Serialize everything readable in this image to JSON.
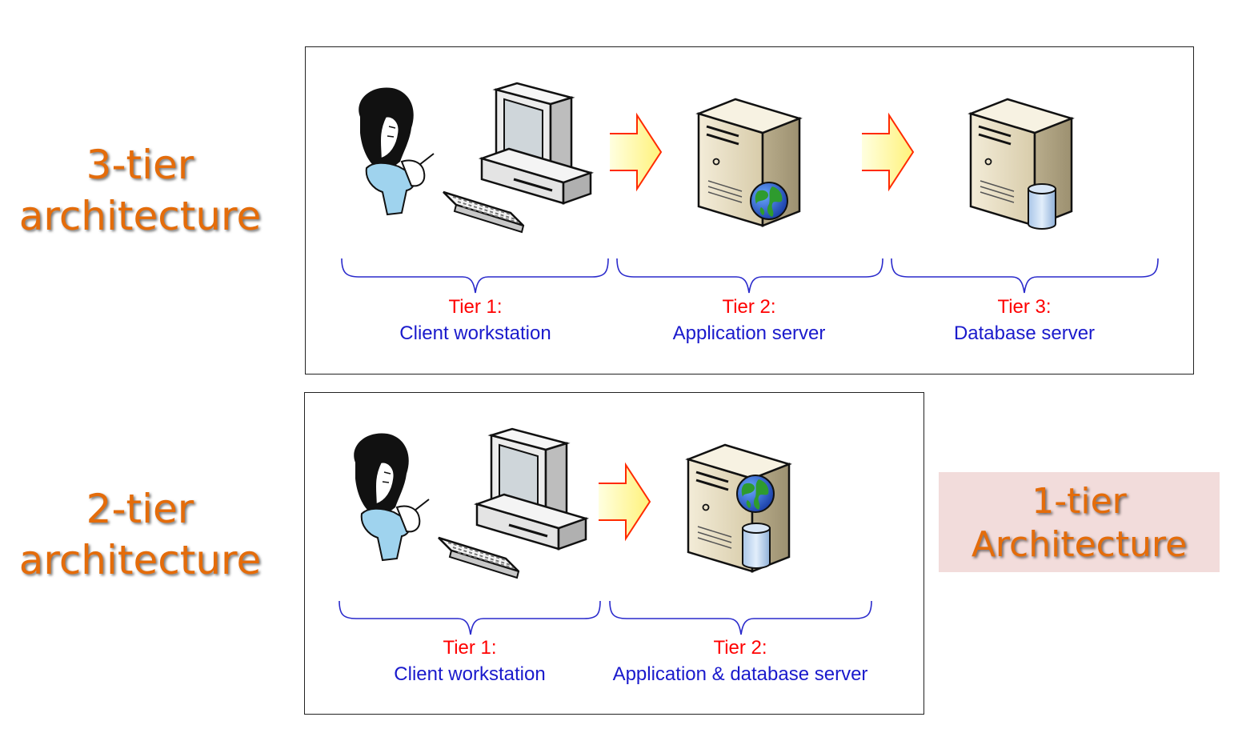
{
  "labels": {
    "three_tier": [
      "3-tier",
      "architecture"
    ],
    "two_tier": [
      "2-tier",
      "architecture"
    ],
    "one_tier": [
      "1-tier",
      "Architecture"
    ]
  },
  "three_tier_diagram": {
    "tiers": [
      {
        "tier": "Tier 1:",
        "desc": "Client workstation"
      },
      {
        "tier": "Tier 2:",
        "desc": "Application server"
      },
      {
        "tier": "Tier 3:",
        "desc": "Database server"
      }
    ]
  },
  "two_tier_diagram": {
    "tiers": [
      {
        "tier": "Tier 1:",
        "desc": "Client workstation"
      },
      {
        "tier": "Tier 2:",
        "desc": "Application & database server"
      }
    ]
  },
  "colors": {
    "title_orange": "#e46c0a",
    "tier_red": "#ff0000",
    "desc_blue": "#1a1acc",
    "brace_blue": "#2a2acc",
    "one_tier_bg": "#f2dcdb"
  }
}
